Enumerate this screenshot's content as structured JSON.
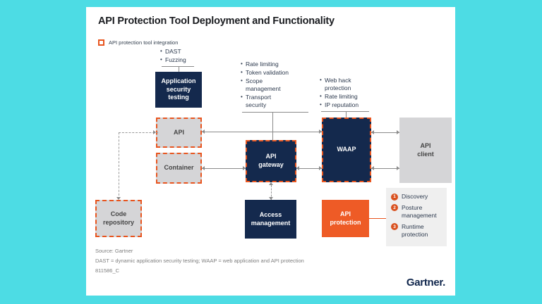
{
  "title": "API Protection Tool Deployment and Functionality",
  "legend": {
    "label": "API protection tool integration"
  },
  "annotations": {
    "ast": [
      "DAST",
      "Fuzzing"
    ],
    "gateway": [
      "Rate limiting",
      "Token validation",
      "Scope\nmanagement",
      "Transport\nsecurity"
    ],
    "waap": [
      "Web hack\nprotection",
      "Rate limiting",
      "IP reputation"
    ]
  },
  "nodes": {
    "application_security_testing": "Application\nsecurity\ntesting",
    "api": "API",
    "container": "Container",
    "api_gateway": "API\ngateway",
    "waap": "WAAP",
    "api_client": "API\nclient",
    "code_repository": "Code\nrepository",
    "access_management": "Access\nmanagement",
    "api_protection": "API\nprotection"
  },
  "steps": [
    {
      "num": "1",
      "label": "Discovery"
    },
    {
      "num": "2",
      "label": "Posture\nmanagement"
    },
    {
      "num": "3",
      "label": "Runtime\nprotection"
    }
  ],
  "footer": {
    "source": "Source: Gartner",
    "note": "DAST = dynamic application security testing; WAAP = web application and API protection",
    "doc_id": "811586_C"
  },
  "logo": "Gartner.",
  "colors": {
    "background": "#4DDCE4",
    "navy": "#14294D",
    "orange": "#EE5B26",
    "orange_dash": "#E8551F",
    "gray_box": "#D5D5D7",
    "steps_panel": "#EFEFEF",
    "connector": "#8A8A8A"
  }
}
